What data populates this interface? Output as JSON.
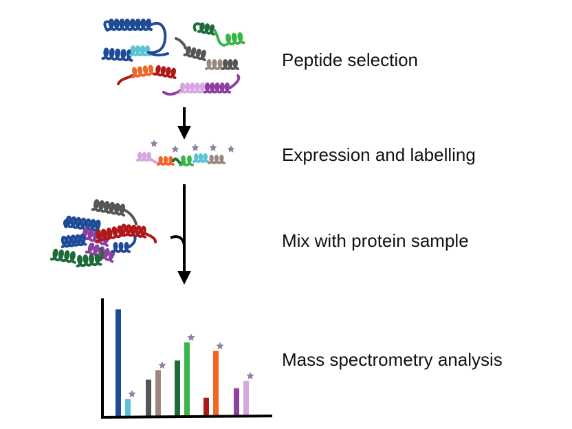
{
  "steps": [
    {
      "label": "Peptide selection"
    },
    {
      "label": "Expression and labelling"
    },
    {
      "label": "Mix with protein sample"
    },
    {
      "label": "Mass spectrometry analysis"
    }
  ],
  "colors": {
    "navy": "#1f4a96",
    "cyan": "#5bc3d6",
    "dark_green": "#1e6b3a",
    "green": "#3ab54a",
    "gray": "#555555",
    "taupe": "#9c8682",
    "red": "#b01818",
    "orange": "#f26522",
    "purple": "#8e3fa3",
    "lavender": "#d7a7df",
    "star": "#8a80a4",
    "ink": "#000000"
  },
  "icons": {
    "arrow": "down-arrow-icon",
    "star_marker": "label-star-icon",
    "coil": "peptide-helix-icon"
  },
  "spectrum_bars": [
    {
      "color": "navy",
      "value": 1.0,
      "labelled": false
    },
    {
      "color": "cyan",
      "value": 0.16,
      "labelled": true
    },
    {
      "color": "gray",
      "value": 0.34,
      "labelled": false
    },
    {
      "color": "taupe",
      "value": 0.43,
      "labelled": true
    },
    {
      "color": "dark_green",
      "value": 0.52,
      "labelled": false
    },
    {
      "color": "green",
      "value": 0.69,
      "labelled": true
    },
    {
      "color": "red",
      "value": 0.17,
      "labelled": false
    },
    {
      "color": "orange",
      "value": 0.61,
      "labelled": true
    },
    {
      "color": "purple",
      "value": 0.26,
      "labelled": false
    },
    {
      "color": "lavender",
      "value": 0.33,
      "labelled": true
    }
  ]
}
